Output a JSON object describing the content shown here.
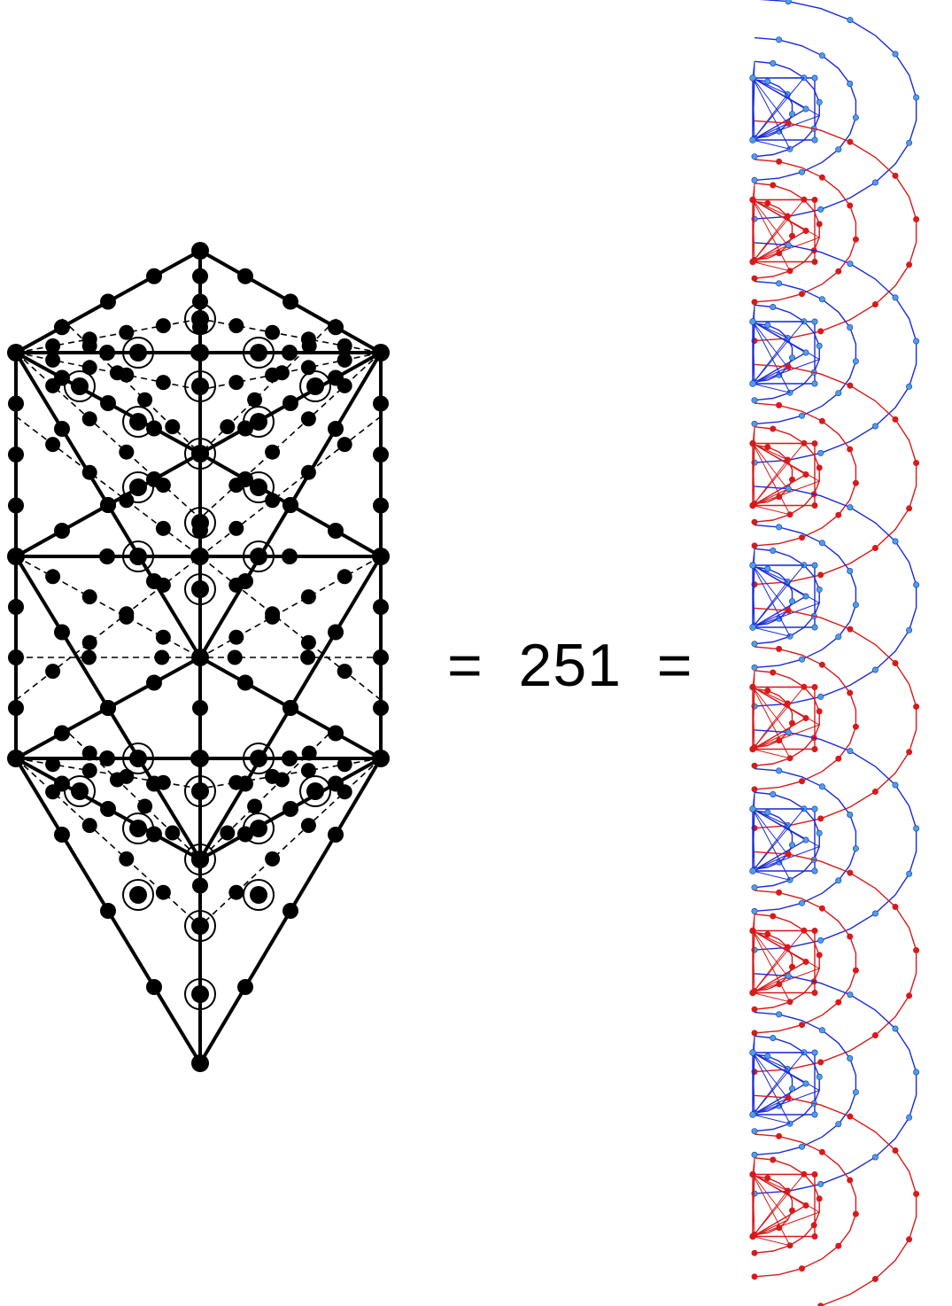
{
  "equation": {
    "left_sign": "=",
    "number": "251",
    "right_sign": "="
  },
  "colors": {
    "tree": "#000000",
    "blue_lines": "#1a2bd8",
    "blue_dots": "#4aa3d8",
    "red_lines": "#d81a1a",
    "red_dots": "#d81a1a"
  },
  "right_column": {
    "patterns": [
      "blue",
      "red",
      "blue",
      "red",
      "blue",
      "red",
      "blue",
      "red",
      "blue",
      "red"
    ]
  }
}
